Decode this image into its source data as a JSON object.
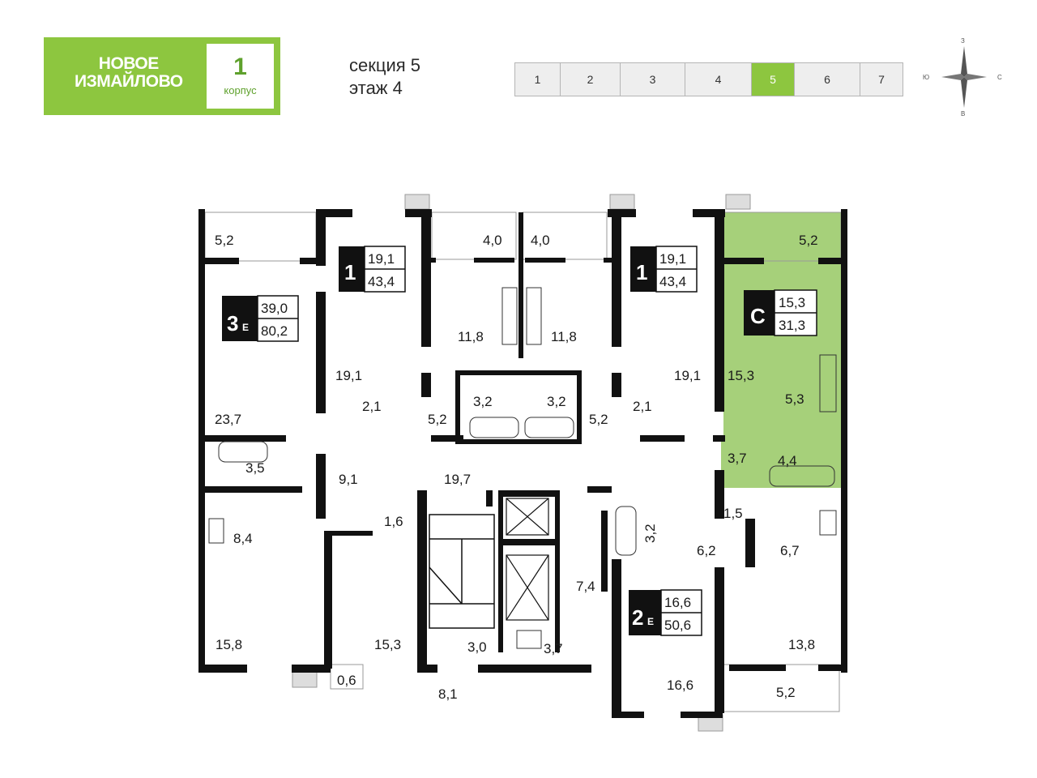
{
  "header": {
    "logo_line1": "НОВОЕ",
    "logo_line2": "ИЗМАЙЛОВО",
    "building_number": "1",
    "building_label": "корпус",
    "section_text": "секция 5",
    "floor_text": "этаж 4"
  },
  "sections": {
    "items": [
      "1",
      "2",
      "3",
      "4",
      "5",
      "6",
      "7"
    ],
    "active": "5",
    "active_color": "#8dc63f"
  },
  "compass": {
    "north": "З",
    "south": "В",
    "west": "Ю",
    "east": "С"
  },
  "apartments": {
    "a3e": {
      "rooms": "3",
      "suffix": "Е",
      "living": "39,0",
      "total": "80,2"
    },
    "a1_left": {
      "rooms": "1",
      "living": "19,1",
      "total": "43,4"
    },
    "a1_right": {
      "rooms": "1",
      "living": "19,1",
      "total": "43,4"
    },
    "ac": {
      "rooms": "С",
      "living": "15,3",
      "total": "31,3",
      "highlight_color": "#a6d07a"
    },
    "a2e": {
      "rooms": "2",
      "suffix": "Е",
      "living": "16,6",
      "total": "50,6"
    }
  },
  "rooms": {
    "r1": "5,2",
    "r2": "23,7",
    "r3": "3,5",
    "r4": "9,1",
    "r5": "8,4",
    "r6": "15,8",
    "r7": "15,3",
    "r8": "0,6",
    "r9": "1,6",
    "r10": "19,1",
    "r11": "2,1",
    "r12": "4,0",
    "r13": "11,8",
    "r14": "3,2",
    "r15": "5,2",
    "r16": "4,0",
    "r17": "11,8",
    "r18": "3,2",
    "r19": "5,2",
    "r20": "19,1",
    "r21": "2,1",
    "r22": "19,7",
    "r23": "5,2",
    "r24": "15,3",
    "r25": "5,3",
    "r26": "3,7",
    "r27": "4,4",
    "r28": "1,5",
    "r29": "6,7",
    "r30": "13,8",
    "r31": "5,2",
    "r32": "3,2",
    "r33": "6,2",
    "r34": "16,6",
    "r35": "7,4",
    "r36": "3,7",
    "r37": "3,0",
    "r38": "8,1"
  }
}
